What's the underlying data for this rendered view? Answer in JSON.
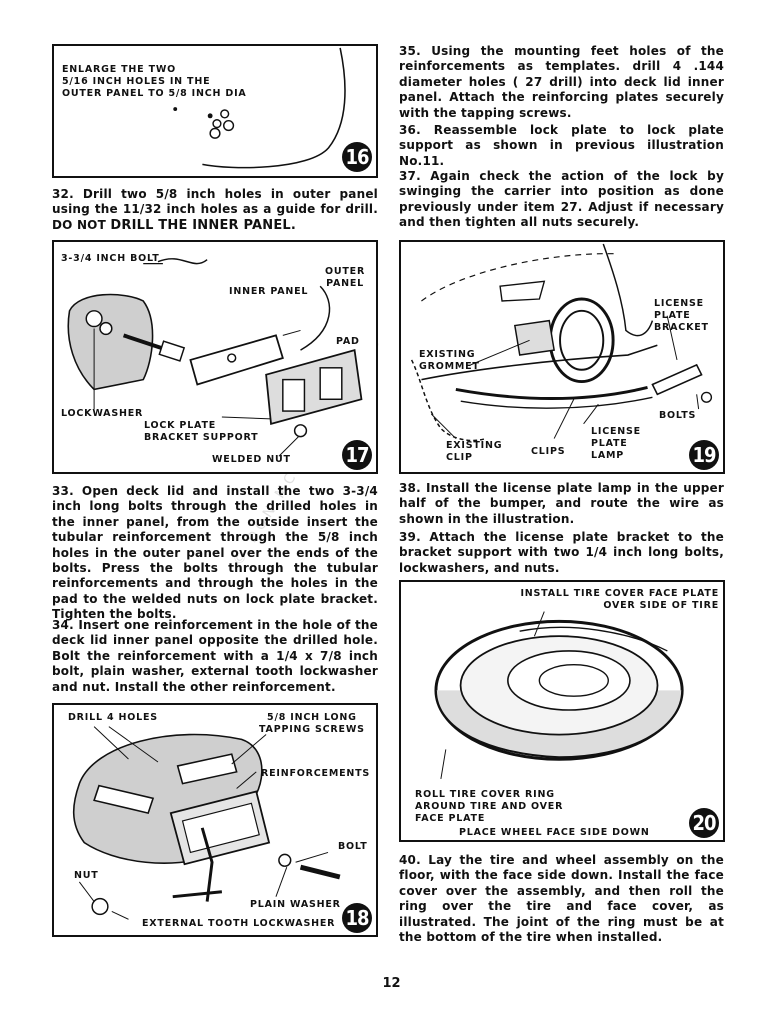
{
  "page_number": "12",
  "watermark": "© DON MCHEVY MANUALS",
  "figures": {
    "f16": {
      "badge": "16",
      "caption": "ENLARGE THE TWO\n5/16 INCH HOLES IN THE\nOUTER PANEL TO 5/8 INCH DIA"
    },
    "f17": {
      "badge": "17",
      "bolt": "3-3/4 INCH BOLT",
      "inner_panel": "INNER PANEL",
      "outer_panel": "OUTER\nPANEL",
      "pad": "PAD",
      "lockwasher": "LOCKWASHER",
      "lock_plate": "LOCK PLATE\nBRACKET SUPPORT",
      "welded_nut": "WELDED NUT"
    },
    "f18": {
      "badge": "18",
      "drill": "DRILL 4 HOLES",
      "tapping": "5/8 INCH LONG\nTAPPING SCREWS",
      "reinforcements": "REINFORCEMENTS",
      "bolt": "BOLT",
      "nut": "NUT",
      "plain_washer": "PLAIN WASHER",
      "ext_washer": "EXTERNAL TOOTH LOCKWASHER"
    },
    "f19": {
      "badge": "19",
      "bracket": "LICENSE\nPLATE\nBRACKET",
      "grommet": "EXISTING\nGROMMET",
      "bolts": "BOLTS",
      "clip": "EXISTING\nCLIP",
      "clips": "CLIPS",
      "lamp": "LICENSE\nPLATE\nLAMP"
    },
    "f20": {
      "badge": "20",
      "install": "INSTALL TIRE COVER FACE PLATE\nOVER SIDE OF TIRE",
      "roll": "ROLL TIRE COVER RING\nAROUND TIRE AND OVER\nFACE PLATE",
      "place": "PLACE WHEEL FACE SIDE DOWN"
    }
  },
  "paragraphs": {
    "p32a": "32. Drill two 5/8 inch holes in outer panel using the 11/32 inch holes as a guide for drill. DO NOT",
    "p32b": "DRILL THE INNER PANEL.",
    "p33": "33. Open deck lid and install the two 3-3/4 inch long bolts through the drilled holes in the inner panel, from the outside insert the tubular reinforcement through the 5/8 inch holes in the outer panel over the ends of the bolts. Press the bolts through the tubular reinforcements and through the holes in the pad to the welded nuts on lock plate bracket. Tighten the bolts.",
    "p34": "34. Insert one reinforcement in the hole of the deck lid inner panel opposite the drilled hole. Bolt the reinforcement with a 1/4 x 7/8 inch bolt, plain washer, external tooth lockwasher and nut. Install the other reinforcement.",
    "p35": "35. Using the mounting feet holes of the reinforcements as templates. drill 4 .144 diameter holes ( 27 drill) into deck lid inner panel. Attach the reinforcing plates securely with the tapping screws.",
    "p36": "36. Reassemble lock plate to lock plate support as shown in previous illustration No.11.",
    "p37": "37. Again check the action of the lock by swinging the carrier into position as done previously under item 27. Adjust if necessary and then tighten all nuts securely.",
    "p38": "38. Install the license plate lamp in the upper half of the bumper, and route the wire as shown in the illustration.",
    "p39": "39. Attach the license plate bracket to the bracket support with two 1/4 inch long bolts, lockwashers, and nuts.",
    "p40": "40. Lay the tire and wheel assembly on the floor, with the face side down. Install the face cover over the assembly, and then roll the ring over the tire and face cover, as illustrated. The joint of the ring must be at the bottom of the tire when installed."
  }
}
